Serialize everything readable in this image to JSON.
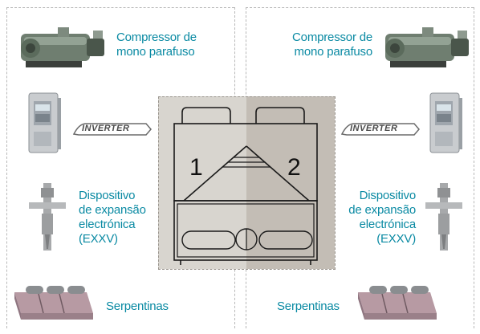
{
  "left": {
    "compressor_label_l1": "Compressor de",
    "compressor_label_l2": "mono parafuso",
    "inverter_label": "INVERTER",
    "expansion_label_l1": "Dispositivo",
    "expansion_label_l2": "de expansão",
    "expansion_label_l3": "electrónica",
    "expansion_label_l4": "(EXXV)",
    "coils_label": "Serpentinas"
  },
  "right": {
    "compressor_label_l1": "Compressor de",
    "compressor_label_l2": "mono parafuso",
    "inverter_label": "INVERTER",
    "expansion_label_l1": "Dispositivo",
    "expansion_label_l2": "de expansão",
    "expansion_label_l3": "electrónica",
    "expansion_label_l4": "(EXXV)",
    "coils_label": "Serpentinas"
  },
  "unit": {
    "circuit_1": "1",
    "circuit_2": "2"
  },
  "colors": {
    "label_teal": "#0a8aa3",
    "panel_light": "#d8d5cf",
    "panel_dark": "#c3bdb5"
  }
}
